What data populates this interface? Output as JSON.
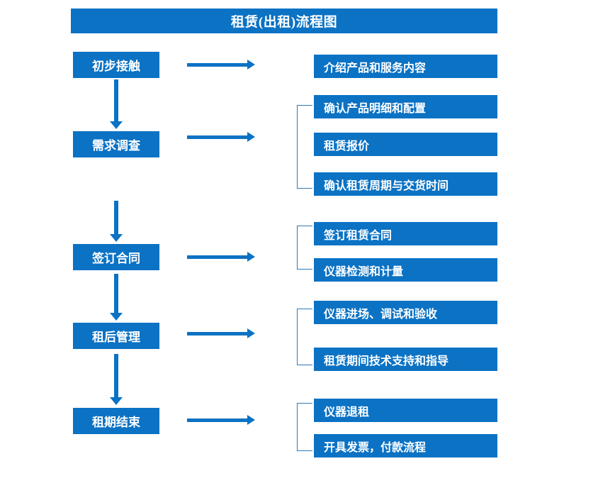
{
  "diagram": {
    "title": "租赁(出租)流程图",
    "accent_color": "#0b72c4",
    "bracket_color": "#2f79b5",
    "text_color": "#ffffff",
    "background_color": "#ffffff"
  },
  "stages": [
    {
      "label": "初步接触"
    },
    {
      "label": "需求调查"
    },
    {
      "label": "签订合同"
    },
    {
      "label": "租后管理"
    },
    {
      "label": "租期结束"
    }
  ],
  "details": [
    {
      "label": "介绍产品和服务内容"
    },
    {
      "label": "确认产品明细和配置"
    },
    {
      "label": "租赁报价"
    },
    {
      "label": "确认租赁周期与交货时间"
    },
    {
      "label": "签订租赁合同"
    },
    {
      "label": "仪器检测和计量"
    },
    {
      "label": "仪器进场、调试和验收"
    },
    {
      "label": "租赁期间技术支持和指导"
    },
    {
      "label": "仪器退租"
    },
    {
      "label": "开具发票，付款流程"
    }
  ],
  "connectors": {
    "stage_to_detail_arrows": 5,
    "stage_flow_arrows": 4,
    "group_brackets": 4
  }
}
